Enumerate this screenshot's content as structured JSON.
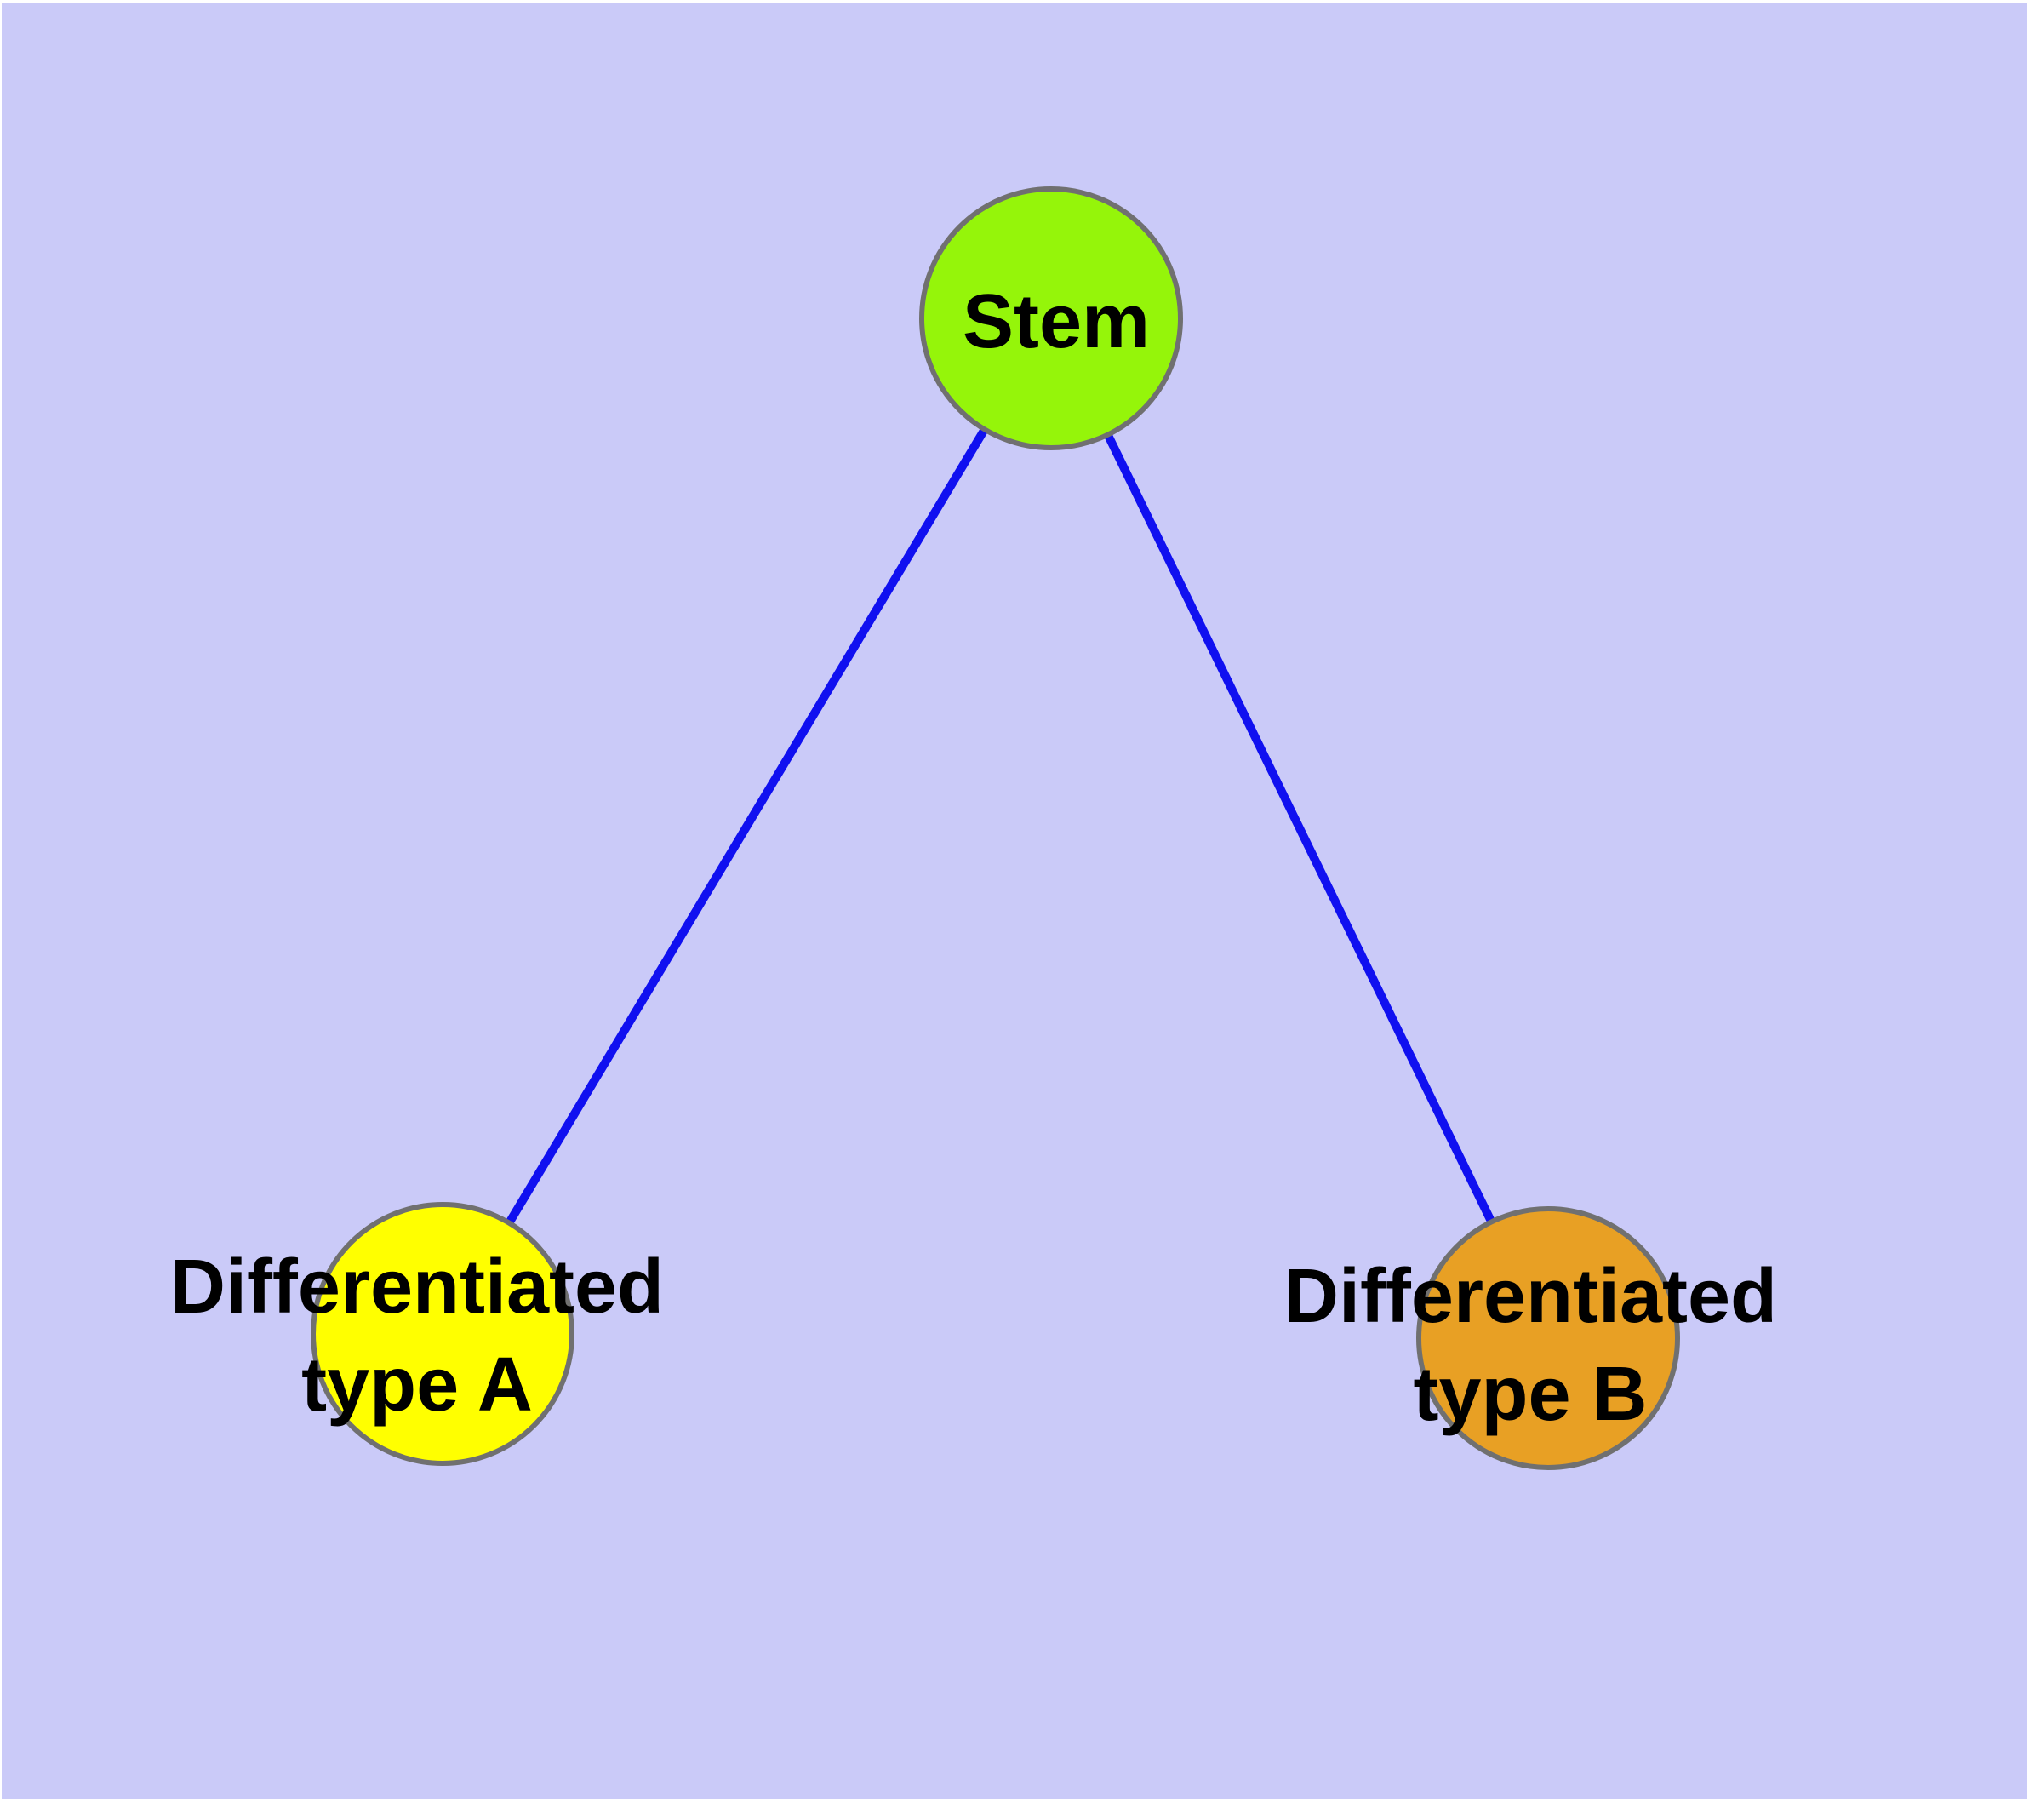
{
  "canvas": {
    "background_color": "#CACAF8",
    "node_border_color": "#707070"
  },
  "edges": {
    "color": "#1010F0",
    "list": [
      {
        "from": "Stem",
        "to": "Differentiated type A"
      },
      {
        "from": "Stem",
        "to": "Differentiated type B"
      }
    ]
  },
  "nodes": {
    "stem": {
      "label": "Stem",
      "fill": "#95F50A"
    },
    "type_a": {
      "label": "Differentiated type A",
      "label_line1": "Differentiated",
      "label_line2": "type A",
      "fill": "#FFFF00"
    },
    "type_b": {
      "label": "Differentiated type B",
      "label_line1": "Differentiated",
      "label_line2": "type B",
      "fill": "#E8A024"
    }
  }
}
